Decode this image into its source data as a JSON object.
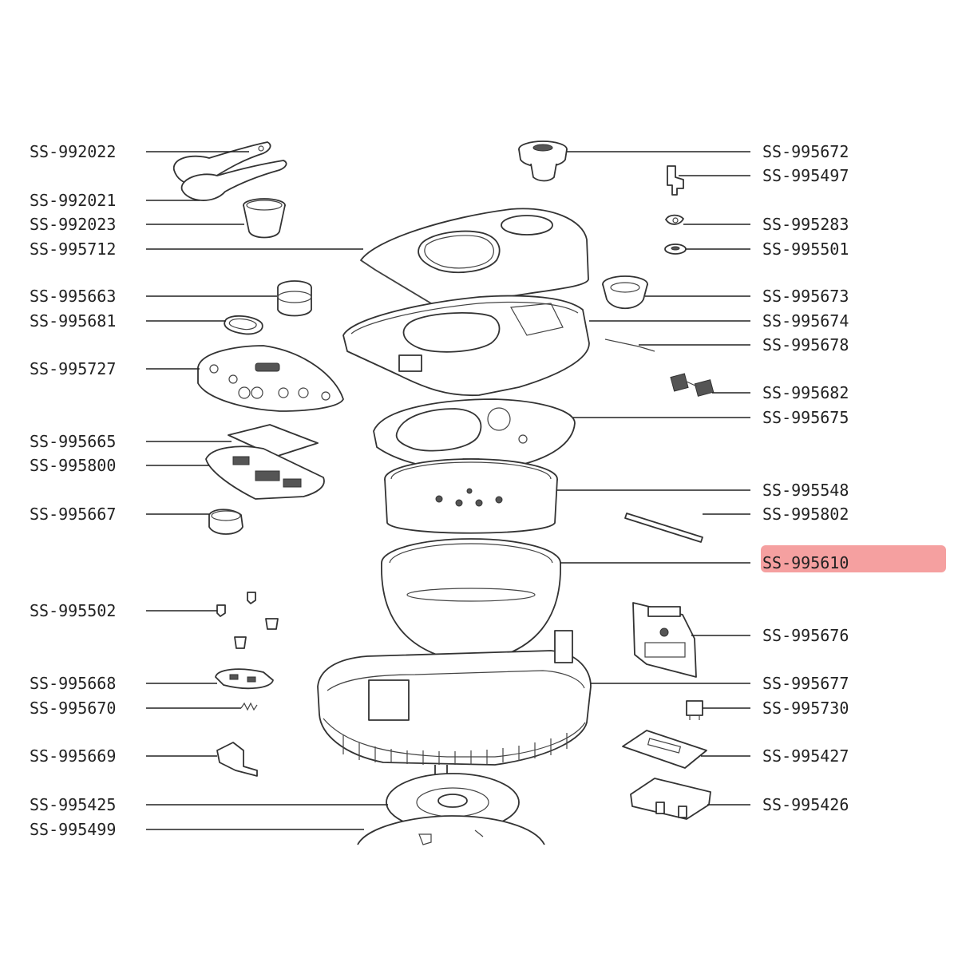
{
  "highlight_color": "#f5a0a0",
  "labels_left": [
    {
      "id": "l1",
      "text": "SS-992022"
    },
    {
      "id": "l2",
      "text": "SS-992021"
    },
    {
      "id": "l3",
      "text": "SS-992023"
    },
    {
      "id": "l4",
      "text": "SS-995712"
    },
    {
      "id": "l5",
      "text": "SS-995663"
    },
    {
      "id": "l6",
      "text": "SS-995681"
    },
    {
      "id": "l7",
      "text": "SS-995727"
    },
    {
      "id": "l8",
      "text": "SS-995665"
    },
    {
      "id": "l9",
      "text": "SS-995800"
    },
    {
      "id": "l10",
      "text": "SS-995667"
    },
    {
      "id": "l11",
      "text": "SS-995502"
    },
    {
      "id": "l12",
      "text": "SS-995668"
    },
    {
      "id": "l13",
      "text": "SS-995670"
    },
    {
      "id": "l14",
      "text": "SS-995669"
    },
    {
      "id": "l15",
      "text": "SS-995425"
    },
    {
      "id": "l16",
      "text": "SS-995499"
    }
  ],
  "labels_right": [
    {
      "id": "r1",
      "text": "SS-995672"
    },
    {
      "id": "r2",
      "text": "SS-995497"
    },
    {
      "id": "r3",
      "text": "SS-995283"
    },
    {
      "id": "r4",
      "text": "SS-995501"
    },
    {
      "id": "r5",
      "text": "SS-995673"
    },
    {
      "id": "r6",
      "text": "SS-995674"
    },
    {
      "id": "r7",
      "text": "SS-995678"
    },
    {
      "id": "r8",
      "text": "SS-995682"
    },
    {
      "id": "r9",
      "text": "SS-995675"
    },
    {
      "id": "r10",
      "text": "SS-995548"
    },
    {
      "id": "r11",
      "text": "SS-995802"
    },
    {
      "id": "r12",
      "text": "SS-995610",
      "highlighted": true
    },
    {
      "id": "r13",
      "text": "SS-995676"
    },
    {
      "id": "r14",
      "text": "SS-995677"
    },
    {
      "id": "r15",
      "text": "SS-995730"
    },
    {
      "id": "r16",
      "text": "SS-995427"
    },
    {
      "id": "r17",
      "text": "SS-995426"
    }
  ]
}
